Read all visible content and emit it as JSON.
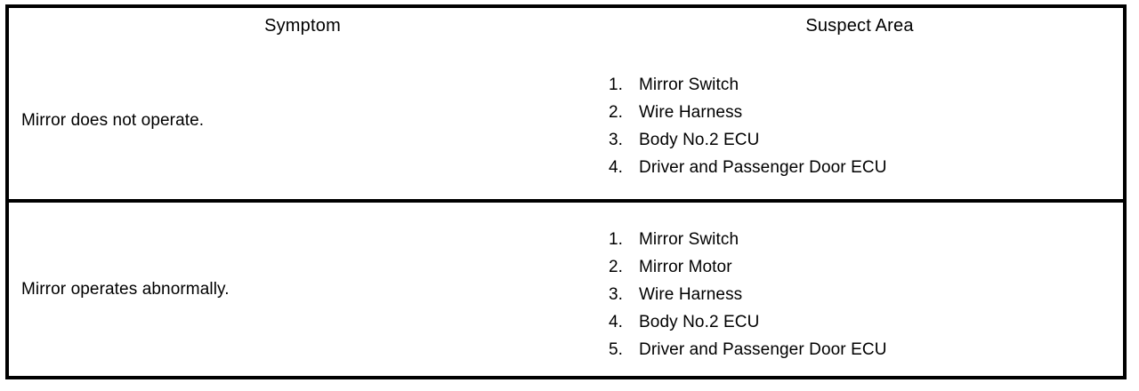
{
  "table": {
    "columns": [
      {
        "key": "symptom",
        "header": "Symptom"
      },
      {
        "key": "suspect_area",
        "header": "Suspect Area"
      }
    ],
    "rows": [
      {
        "symptom": "Mirror does not operate.",
        "suspect_area": [
          {
            "number": "1.",
            "label": "Mirror Switch"
          },
          {
            "number": "2.",
            "label": "Wire Harness"
          },
          {
            "number": "3.",
            "label": "Body No.2 ECU"
          },
          {
            "number": "4.",
            "label": "Driver and Passenger Door ECU"
          }
        ]
      },
      {
        "symptom": "Mirror operates abnormally.",
        "suspect_area": [
          {
            "number": "1.",
            "label": "Mirror Switch"
          },
          {
            "number": "2.",
            "label": "Mirror Motor"
          },
          {
            "number": "3.",
            "label": "Wire Harness"
          },
          {
            "number": "4.",
            "label": "Body No.2 ECU"
          },
          {
            "number": "5.",
            "label": "Driver and Passenger Door ECU"
          }
        ]
      }
    ]
  },
  "style": {
    "border_color": "#000000",
    "text_color": "#000000",
    "background": "#ffffff"
  }
}
